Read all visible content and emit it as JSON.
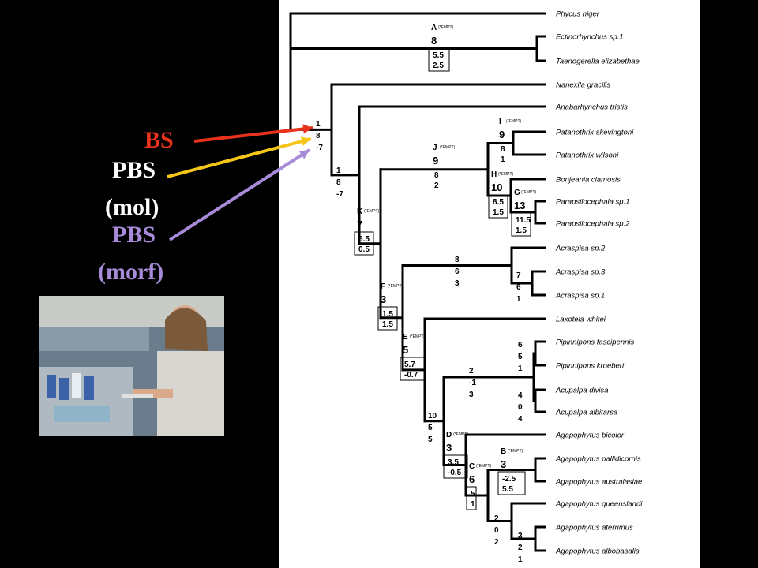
{
  "legend": {
    "bs": "BS",
    "pbs1": "PBS",
    "mol": "(mol)",
    "pbs2": "PBS",
    "morf": "(morf)"
  },
  "colors": {
    "bs": "#e8321c",
    "pbs_mol": "#f5c518",
    "pbs_morf": "#a88bd8",
    "panel": "#ffffff",
    "background": "#000000"
  },
  "tree": {
    "taxa": [
      "Phycus niger",
      "Ectinorhynchus sp.1",
      "Taenogerella elizabethae",
      "Nanexila gracilis",
      "Anabarhynchus tristis",
      "Patanothrix skevingtoni",
      "Patanothrix wilsoni",
      "Bonjeania clamosis",
      "Parapsilocephala sp.1",
      "Parapsilocephala sp.2",
      "Acraspisa sp.2",
      "Acraspisa sp.3",
      "Acraspisa sp.1",
      "Laxotela whitei",
      "Pipinnipons fascipennis",
      "Pipinnipons kroeberi",
      "Acupalpa divisa",
      "Acupalpa albitarsa",
      "Agapophytus bicolor",
      "Agapophytus pallidicornis",
      "Agapophytus australasiae",
      "Agapophytus queenslandi",
      "Agapophytus aterrimus",
      "Agapophytus albobasalis"
    ],
    "node_labels": {
      "A": {
        "letter": "A",
        "tag": "(*EMPT)",
        "v1": "8",
        "v2": "5.5",
        "v3": "2.5"
      },
      "I": {
        "letter": "I",
        "tag": "(*EMPT)",
        "v1": "9",
        "v2": "8",
        "v3": "1"
      },
      "J": {
        "letter": "J",
        "tag": "(*EMPT)",
        "v1": "9",
        "v2": "8",
        "v3": "2"
      },
      "H": {
        "letter": "H",
        "tag": "(*EMPT)",
        "v1": "10",
        "v2": "8.5",
        "v3": "1.5"
      },
      "G": {
        "letter": "G",
        "tag": "(*EMPT)",
        "v1": "13",
        "v2": "11.5",
        "v3": "1.5"
      },
      "K": {
        "letter": "K",
        "tag": "(*EMPT)",
        "v1": "7",
        "v2": "6.5",
        "v3": "0.5"
      },
      "F": {
        "letter": "F",
        "tag": "(*EMPT)",
        "v1": "3",
        "v2": "1.5",
        "v3": "1.5"
      },
      "E": {
        "letter": "E",
        "tag": "(*EMPT)",
        "v1": "5",
        "v2": "5.7",
        "v3": "-0.7"
      },
      "D": {
        "letter": "D",
        "tag": "(*EMPT)",
        "v1": "3",
        "v2": "3.5",
        "v3": "-0.5"
      },
      "C": {
        "letter": "C",
        "tag": "(*EMPT)",
        "v1": "6",
        "v2": "5",
        "v3": "1"
      },
      "B": {
        "letter": "B",
        "tag": "(*EMPT)",
        "v1": "3",
        "v2": "-2.5",
        "v3": "5.5"
      }
    },
    "support": {
      "root": [
        "1",
        "8",
        "-7"
      ],
      "n2": [
        "1",
        "8",
        "-7"
      ],
      "acraspisa": [
        "8",
        "6",
        "3"
      ],
      "acr_inner": [
        "7",
        "6",
        "1"
      ],
      "e_base": [
        "10",
        "5",
        "5"
      ],
      "pip_acu": [
        "2",
        "-1",
        "3"
      ],
      "pip": [
        "6",
        "5",
        "1"
      ],
      "acu": [
        "4",
        "0",
        "4"
      ],
      "qld": [
        "2",
        "0",
        "2"
      ],
      "ater": [
        "3",
        "2",
        "1"
      ]
    }
  },
  "photo": {
    "alt": "researcher pipetting in a laboratory"
  }
}
